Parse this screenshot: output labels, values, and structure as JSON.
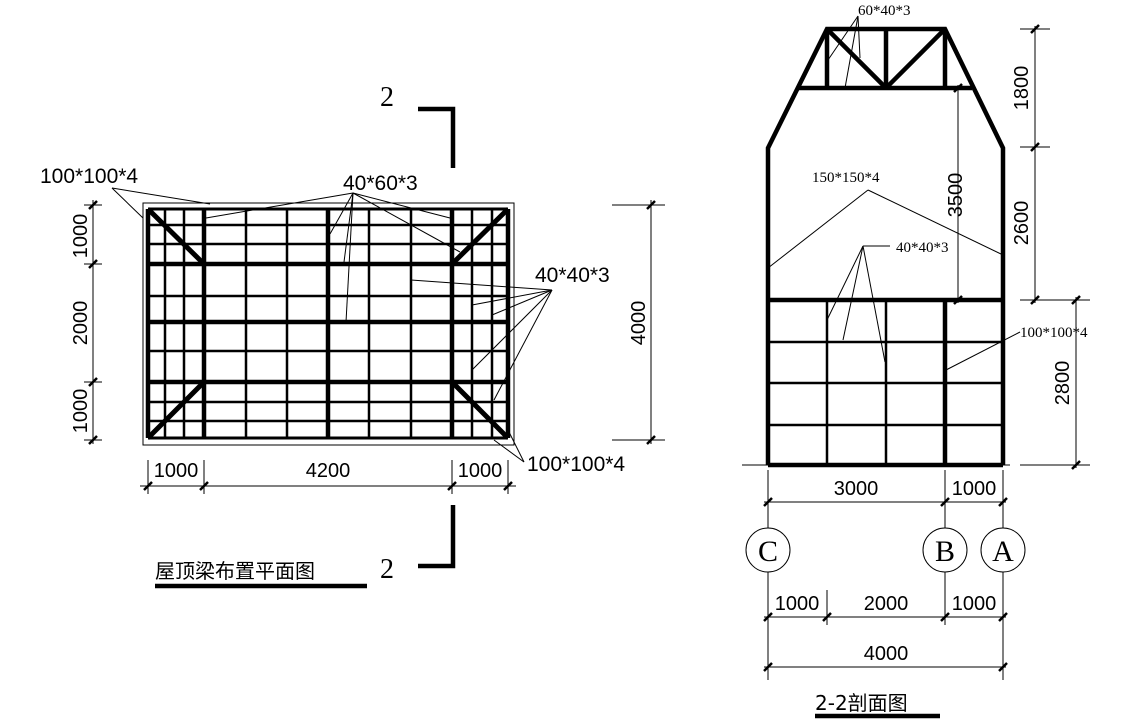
{
  "plan": {
    "title": "屋顶梁布置平面图",
    "section_mark_top": "2",
    "section_mark_bottom": "2",
    "labels": {
      "beam_100_top": "100*100*4",
      "beam_40x60": "40*60*3",
      "beam_40x40": "40*40*3",
      "beam_100_bottom": "100*100*4"
    },
    "dims": {
      "left": [
        "1000",
        "2000",
        "1000"
      ],
      "right": "4000",
      "bottom": [
        "1000",
        "4200",
        "1000"
      ]
    }
  },
  "section": {
    "title": "2-2剖面图",
    "labels": {
      "truss": "60*40*3",
      "beam_150": "150*150*4",
      "beam_40x40": "40*40*3",
      "beam_100": "100*100*4"
    },
    "dims": {
      "inner_height": "3500",
      "right_upper": [
        "1800",
        "2600"
      ],
      "right_lower": "2800",
      "bottom_row1": [
        "3000",
        "1000"
      ],
      "bottom_row2": [
        "1000",
        "2000",
        "1000"
      ],
      "bottom_total": "4000"
    },
    "axes": [
      "C",
      "B",
      "A"
    ]
  }
}
